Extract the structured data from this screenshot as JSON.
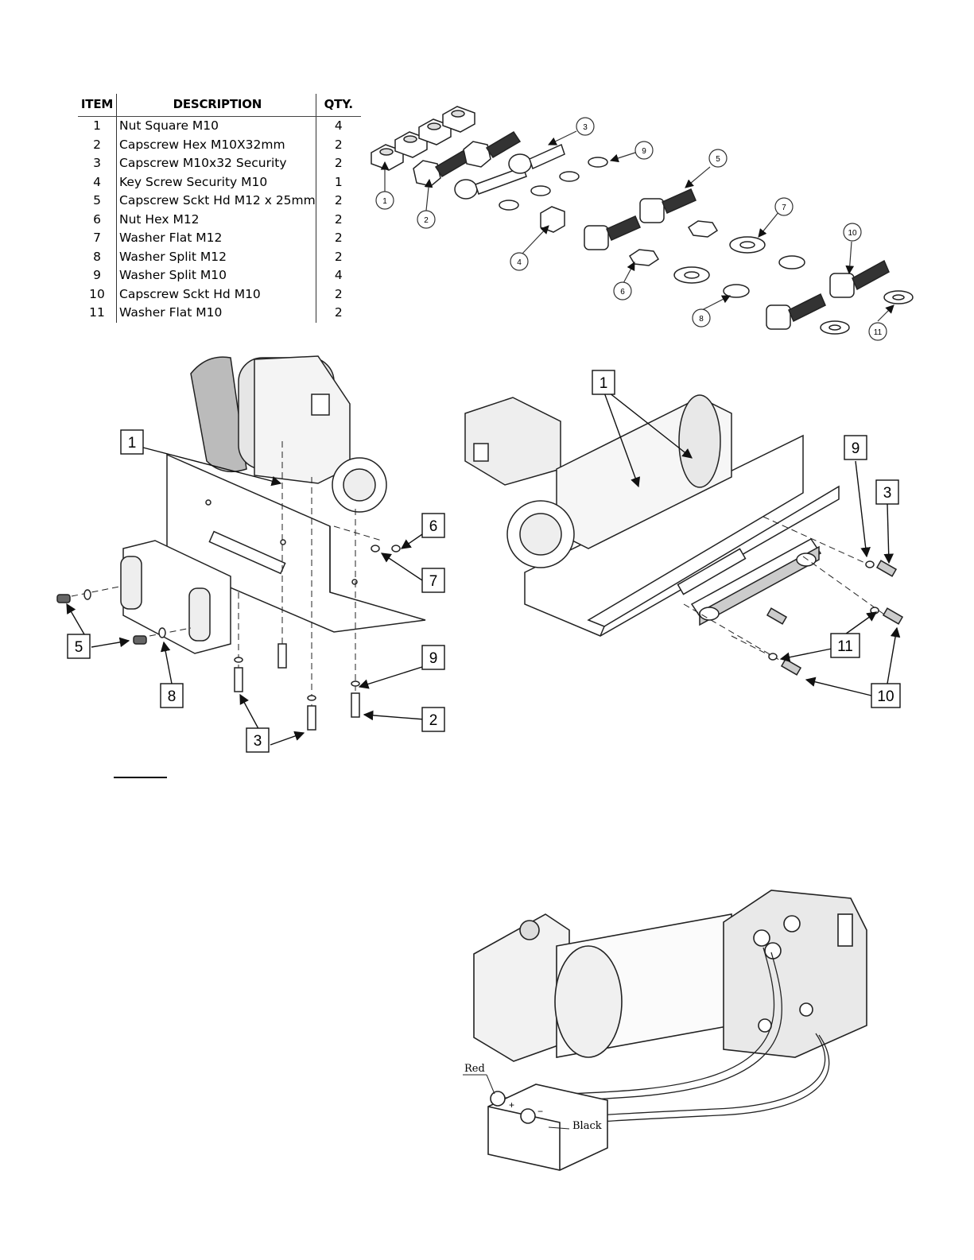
{
  "parts_table": {
    "headers": {
      "item": "ITEM",
      "description": "DESCRIPTION",
      "qty": "QTY."
    },
    "rows": [
      {
        "item": "1",
        "description": "Nut Square M10",
        "qty": "4"
      },
      {
        "item": "2",
        "description": "Capscrew Hex M10X32mm",
        "qty": "2"
      },
      {
        "item": "3",
        "description": "Capscrew M10x32 Security",
        "qty": "2"
      },
      {
        "item": "4",
        "description": "Key Screw Security M10",
        "qty": "1"
      },
      {
        "item": "5",
        "description": "Capscrew Sckt Hd M12 x 25mm",
        "qty": "2"
      },
      {
        "item": "6",
        "description": "Nut Hex M12",
        "qty": "2"
      },
      {
        "item": "7",
        "description": "Washer Flat M12",
        "qty": "2"
      },
      {
        "item": "8",
        "description": "Washer Split M12",
        "qty": "2"
      },
      {
        "item": "9",
        "description": "Washer Split M10",
        "qty": "4"
      },
      {
        "item": "10",
        "description": "Capscrew Sckt Hd M10",
        "qty": "2"
      },
      {
        "item": "11",
        "description": "Washer Flat M10",
        "qty": "2"
      }
    ]
  },
  "hardware_callouts": [
    "1",
    "2",
    "3",
    "4",
    "5",
    "6",
    "7",
    "8",
    "9",
    "10",
    "11"
  ],
  "assembly_left_callouts": [
    "1",
    "6",
    "7",
    "5",
    "8",
    "9",
    "2",
    "3"
  ],
  "assembly_right_callouts": [
    "1",
    "9",
    "3",
    "11",
    "10"
  ],
  "wiring": {
    "red_label": "Red",
    "black_label": "Black"
  },
  "colors": {
    "line": "#222222",
    "fill": "#ffffff",
    "shade": "#d8d8d8",
    "dark": "#555555"
  }
}
